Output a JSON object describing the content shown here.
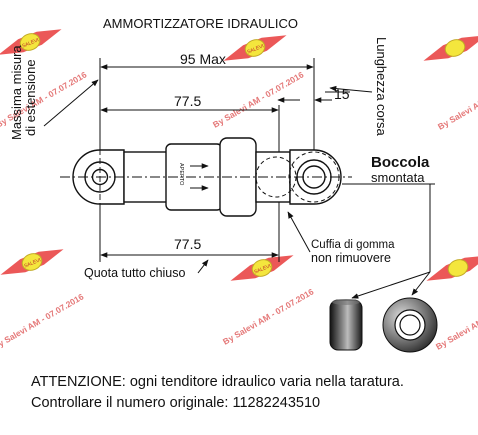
{
  "title": "AMMORTIZZATORE IDRAULICO",
  "labels": {
    "max_extension_line1": "Massima misura",
    "max_extension_line2": "di estensione",
    "stroke_length_line1": "Lunghezza",
    "stroke_length_line2": "corsa",
    "bushing_title": "Boccola",
    "bushing_subtitle": "smontata",
    "rubber_boot_line1": "Cuffia di gomma",
    "rubber_boot_line2": "non rimuovere",
    "closed_dimension": "Quota tutto chiuso",
    "body_marking": "APERTO"
  },
  "dimensions": {
    "max_length": "95 Max",
    "extended": "77.5",
    "stroke": "15",
    "closed": "77.5"
  },
  "watermark": {
    "text": "By Salevi AM - 07.07.2016",
    "logo_text": "SALEVI",
    "color_red": "#e83a3a",
    "color_yellow": "#f2e21a"
  },
  "notice": {
    "line1": "ATTENZIONE: ogni tenditore idraulico varia nella taratura.",
    "line2": "Controllare il numero originale:   11282243510"
  }
}
